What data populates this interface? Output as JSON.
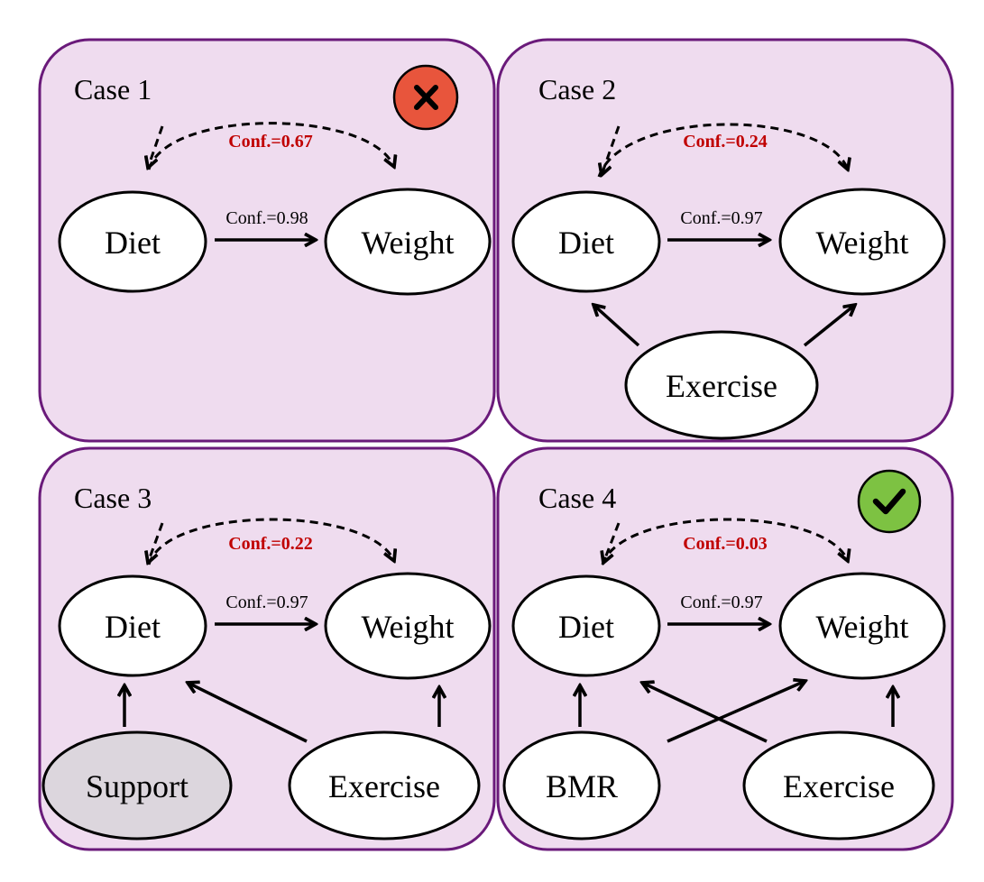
{
  "colors": {
    "panel_fill": "#efdcef",
    "panel_border": "#6a1a7a",
    "fail_badge": "#e8553c",
    "pass_badge": "#7dc242",
    "confidence_highlight": "#c00000",
    "support_node": "#dcd6dd"
  },
  "cases": [
    {
      "title": "Case 1",
      "status": "fail",
      "status_icon": "cross-icon",
      "conf_direct": "Conf.=0.98",
      "conf_bidirected": "Conf.=0.67",
      "nodes": {
        "diet": "Diet",
        "weight": "Weight"
      }
    },
    {
      "title": "Case 2",
      "status": "",
      "conf_direct": "Conf.=0.97",
      "conf_bidirected": "Conf.=0.24",
      "nodes": {
        "diet": "Diet",
        "weight": "Weight",
        "exercise": "Exercise"
      }
    },
    {
      "title": "Case 3",
      "status": "",
      "conf_direct": "Conf.=0.97",
      "conf_bidirected": "Conf.=0.22",
      "nodes": {
        "diet": "Diet",
        "weight": "Weight",
        "support": "Support",
        "exercise": "Exercise"
      }
    },
    {
      "title": "Case 4",
      "status": "pass",
      "status_icon": "checkmark-icon",
      "conf_direct": "Conf.=0.97",
      "conf_bidirected": "Conf.=0.03",
      "nodes": {
        "diet": "Diet",
        "weight": "Weight",
        "bmr": "BMR",
        "exercise": "Exercise"
      }
    }
  ]
}
